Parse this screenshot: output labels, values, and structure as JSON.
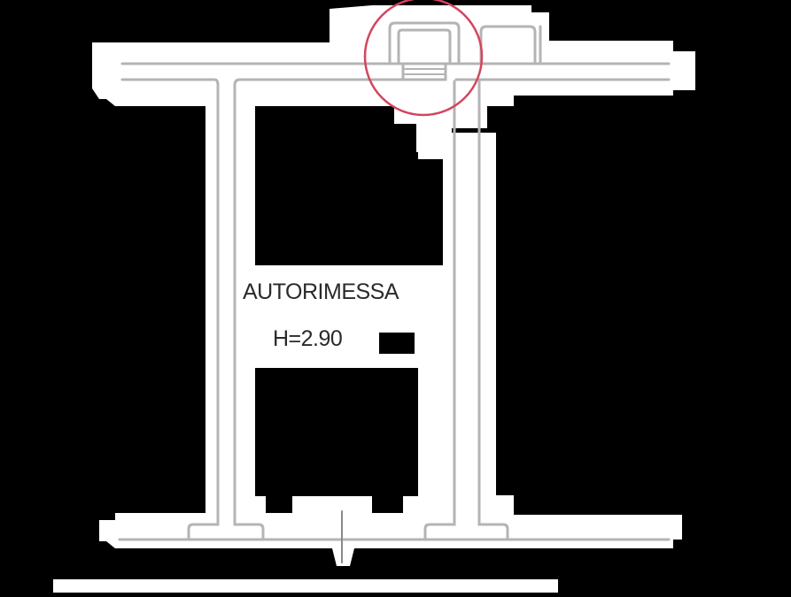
{
  "drawing": {
    "room_name": "AUTORIMESSA",
    "room_height": "H=2.90",
    "colors": {
      "background": "#000000",
      "paper": "#ffffff",
      "wall_line": "#b4b4b4",
      "highlight_circle": "#d2455e",
      "text": "#2a2a2a"
    },
    "annotations": [
      {
        "type": "circle-highlight",
        "target": "wall-opening-top"
      }
    ]
  }
}
